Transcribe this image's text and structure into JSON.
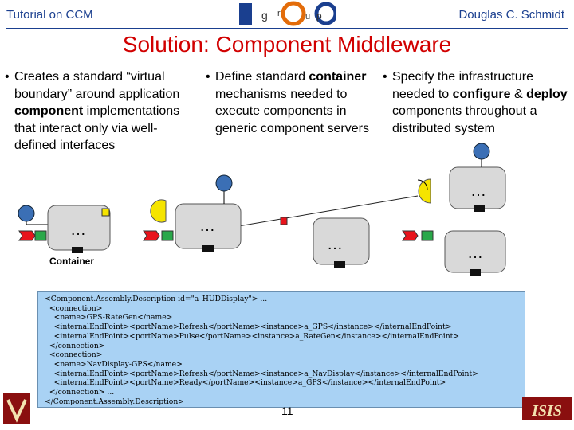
{
  "header": {
    "left": "Tutorial on CCM",
    "right": "Douglas C. Schmidt",
    "logo_letters": [
      "g",
      "r",
      "O",
      "u",
      "p"
    ]
  },
  "title": "Solution: Component Middleware",
  "bullets": [
    {
      "parts": [
        {
          "t": "Creates a standard “virtual boundary” around application ",
          "b": false
        },
        {
          "t": "component",
          "b": true
        },
        {
          "t": " implementations that interact only via well-defined interfaces",
          "b": false
        }
      ]
    },
    {
      "parts": [
        {
          "t": "Define standard ",
          "b": false
        },
        {
          "t": "container",
          "b": true
        },
        {
          "t": " mechanisms needed to execute components in generic component servers",
          "b": false
        }
      ]
    },
    {
      "parts": [
        {
          "t": "Specify the infrastructure needed to ",
          "b": false
        },
        {
          "t": "configure",
          "b": true
        },
        {
          "t": " & ",
          "b": false
        },
        {
          "t": "deploy",
          "b": true
        },
        {
          "t": " components throughout a distributed system",
          "b": false
        }
      ]
    }
  ],
  "diagram": {
    "container_label": "Container",
    "ellipsis": "…"
  },
  "xml_lines": [
    "<Component.Assembly.Description id=\"a_HUDDisplay\"> ...",
    "  <connection>",
    "    <name>GPS-RateGen</name>",
    "    <internalEndPoint><portName>Refresh</portName><instance>a_GPS</instance></internalEndPoint>",
    "    <internalEndPoint><portName>Pulse</portName><instance>a_RateGen</instance></internalEndPoint>",
    "  </connection>",
    "  <connection>",
    "    <name>NavDisplay-GPS</name>",
    "    <internalEndPoint><portName>Refresh</portName><instance>a_NavDisplay</instance></internalEndPoint>",
    "    <internalEndPoint><portName>Ready</portName><instance>a_GPS</instance></internalEndPoint>",
    "  </connection> ...",
    "</Component.Assembly.Description>"
  ],
  "page_number": "11",
  "colors": {
    "header_blue": "#1a3f8f",
    "title_red": "#d10000",
    "xml_bg": "#a9d2f4",
    "facet_blue": "#3b6fb5",
    "receptacle_yellow": "#f5e400",
    "event_red": "#e8141c",
    "event_green": "#2aa84a",
    "component_gray": "#d9d9d9"
  }
}
